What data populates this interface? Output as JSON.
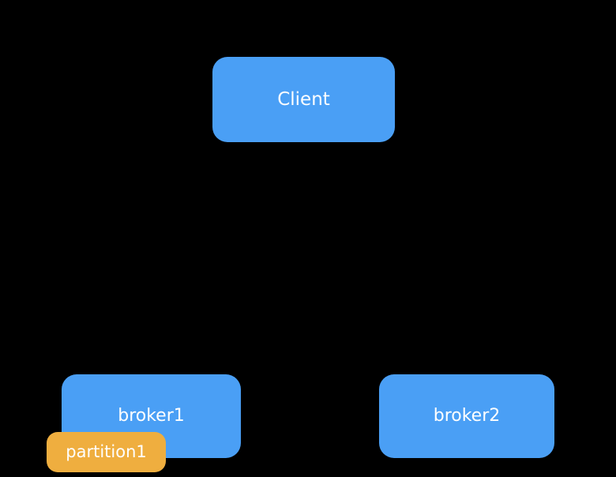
{
  "diagram": {
    "background_color": "#000000",
    "node_fill_blue": "#4A9FF5",
    "node_fill_orange": "#EFAE3F",
    "node_text_color": "#FFFFFF",
    "nodes": [
      {
        "id": "client",
        "label": "Client",
        "shape": "rounded-rectangle",
        "color": "#4A9FF5"
      },
      {
        "id": "broker1",
        "label": "broker1",
        "shape": "rounded-rectangle",
        "color": "#4A9FF5"
      },
      {
        "id": "broker2",
        "label": "broker2",
        "shape": "rounded-rectangle",
        "color": "#4A9FF5"
      },
      {
        "id": "partition1",
        "label": "partition1",
        "shape": "rounded-rectangle",
        "color": "#EFAE3F"
      }
    ]
  }
}
